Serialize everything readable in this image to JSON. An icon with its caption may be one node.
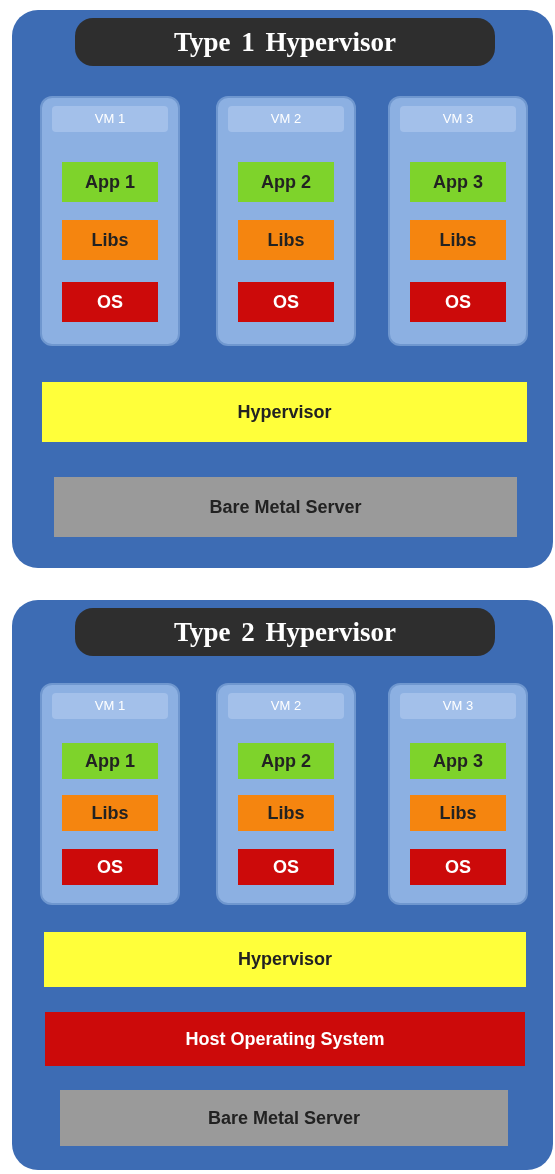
{
  "diagram": {
    "nodes": [
      {
        "text": [
          "Type 1 Hypervisor"
        ]
      },
      {
        "text": [
          "VM 1"
        ],
        "in": 0
      },
      {
        "text": [
          "App 1"
        ],
        "in": 1
      },
      {
        "text": [
          "Libs"
        ],
        "in": 1
      },
      {
        "text": [
          "OS"
        ],
        "in": 1
      },
      {
        "text": [
          "VM 2"
        ],
        "in": 0
      },
      {
        "text": [
          "App 2"
        ],
        "in": 5
      },
      {
        "text": [
          "Libs"
        ],
        "in": 5
      },
      {
        "text": [
          "OS"
        ],
        "in": 5
      },
      {
        "text": [
          "VM 3"
        ],
        "in": 0
      },
      {
        "text": [
          "App 3"
        ],
        "in": 9
      },
      {
        "text": [
          "Libs"
        ],
        "in": 9
      },
      {
        "text": [
          "OS"
        ],
        "in": 9
      },
      {
        "text": [
          "Hypervisor"
        ],
        "in": 0
      },
      {
        "text": [
          "Bare Metal Server"
        ],
        "in": 0
      },
      {
        "text": [
          "Type 2 Hypervisor"
        ]
      },
      {
        "text": [
          "VM 1"
        ],
        "in": 15
      },
      {
        "text": [
          "App 1"
        ],
        "in": 16
      },
      {
        "text": [
          "Libs"
        ],
        "in": 16
      },
      {
        "text": [
          "OS"
        ],
        "in": 16
      },
      {
        "text": [
          "VM 2"
        ],
        "in": 15
      },
      {
        "text": [
          "App 2"
        ],
        "in": 20
      },
      {
        "text": [
          "Libs"
        ],
        "in": 20
      },
      {
        "text": [
          "OS"
        ],
        "in": 20
      },
      {
        "text": [
          "VM 3"
        ],
        "in": 15
      },
      {
        "text": [
          "App 3"
        ],
        "in": 24
      },
      {
        "text": [
          "Libs"
        ],
        "in": 24
      },
      {
        "text": [
          "OS"
        ],
        "in": 24
      },
      {
        "text": [
          "Hypervisor"
        ],
        "in": 15
      },
      {
        "text": [
          "Host Operating System"
        ],
        "in": 15
      },
      {
        "text": [
          "Bare Metal Server"
        ],
        "in": 15
      }
    ]
  }
}
